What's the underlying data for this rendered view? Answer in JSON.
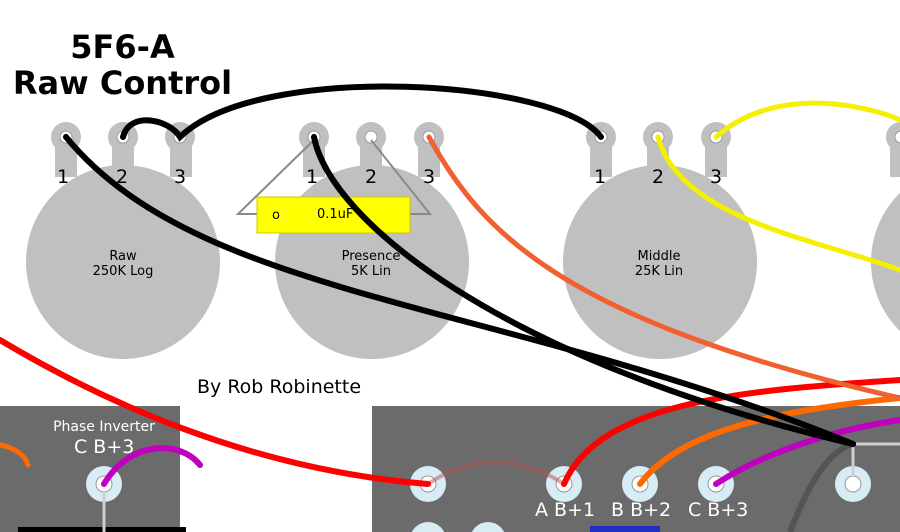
{
  "title": {
    "line1": "5F6-A",
    "line2": "Raw Control"
  },
  "byline": "By Rob Robinette",
  "pots": [
    {
      "name": "Raw",
      "value": "250K Log"
    },
    {
      "name": "Presence",
      "value": "5K Lin"
    },
    {
      "name": "Middle",
      "value": "25K Lin"
    }
  ],
  "terminals": [
    "1",
    "2",
    "3"
  ],
  "capacitor": {
    "value": "0.1uF",
    "mark": "o"
  },
  "phase_inverter": {
    "label": "Phase Inverter",
    "tag": "C B+3"
  },
  "board_tags": [
    "A B+1",
    "B B+2",
    "C B+3"
  ],
  "colors": {
    "pot_body": "#c0c0c0",
    "board": "#6b6b6b",
    "eyelet_ring": "#d7ecf4",
    "cap_yellow": "#ffff00",
    "wire_black": "#000000",
    "wire_red": "#ff0000",
    "wire_orange": "#ff6a00",
    "wire_coral": "#f06030",
    "wire_yellow": "#f5f000",
    "wire_magenta": "#c000c0"
  }
}
